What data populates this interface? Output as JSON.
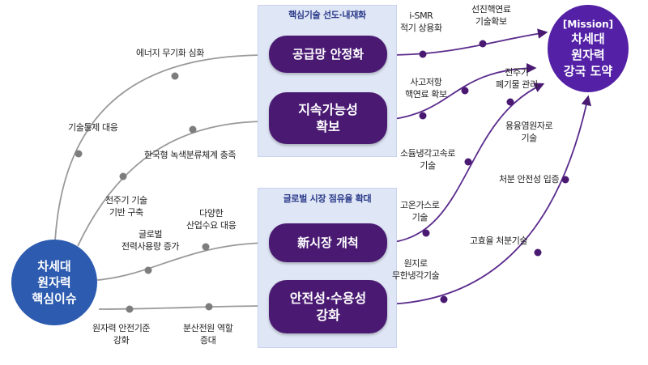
{
  "hub": {
    "lines": [
      "차세대",
      "원자력",
      "핵심이슈"
    ],
    "color": "#2c5bb0"
  },
  "mission": {
    "tag": "[Mission]",
    "lines": [
      "차세대",
      "원자력",
      "강국 도약"
    ],
    "color": "#5320a6"
  },
  "panels": [
    {
      "title": "핵심기술 선도·내재화"
    },
    {
      "title": "글로벌 시장 점유율 확대"
    }
  ],
  "pills": [
    {
      "lines": [
        "공급망 안정화"
      ]
    },
    {
      "lines": [
        "지속가능성",
        "확보"
      ]
    },
    {
      "lines": [
        "新시장 개척"
      ]
    },
    {
      "lines": [
        "안전성·수용성",
        "강화"
      ]
    }
  ],
  "labels": {
    "energy_weapon": [
      "에너지 무기화 심화"
    ],
    "tech_control": [
      "기술통제 대응"
    ],
    "taxonomy": [
      "한국형 녹색분류체계 충족"
    ],
    "lifecycle": [
      "전주기 기술",
      "기반 구축"
    ],
    "global_power": [
      "글로벌",
      "전력사용량 증가"
    ],
    "industry_demand": [
      "다양한",
      "산업수요 대응"
    ],
    "safety_std": [
      "원자력 안전기준",
      "강화"
    ],
    "distributed": [
      "분산전원 역할",
      "증대"
    ],
    "ismr": [
      "i-SMR",
      "적기 상용화"
    ],
    "advanced_fuel": [
      "선진핵연료",
      "기술확보"
    ],
    "accident_fuel": [
      "사고저항",
      "핵연료 확보"
    ],
    "waste": [
      "전주기",
      "폐기물 관리"
    ],
    "molten_salt": [
      "용융염원자로",
      "기술"
    ],
    "sodium": [
      "소듐냉각고속로",
      "기술"
    ],
    "disposal_safety": [
      "처분 안전성 입증"
    ],
    "htgr": [
      "고온가스로",
      "기술"
    ],
    "efficient_disposal": [
      "고효율 처분기술"
    ],
    "remote_cooling": [
      "원지로",
      "무한냉각기술"
    ]
  },
  "colors": {
    "input_line": "#9a9a9a",
    "input_dot": "#7d7d7d",
    "output_line": "#5a2a8c",
    "output_dot": "#4a1a73",
    "panel_bg": "#dfe6f5"
  }
}
